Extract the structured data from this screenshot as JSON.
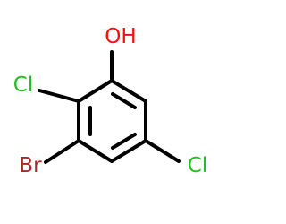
{
  "molecule": {
    "atoms": {
      "hydroxyl": "OH",
      "chlorine_ortho": "Cl",
      "bromine": "Br",
      "chlorine_meta": "Cl"
    }
  },
  "colors": {
    "bond": "#000000",
    "oxygen": "#ff0d0d",
    "chlorine": "#1fbf1f",
    "bromine": "#a62929"
  }
}
